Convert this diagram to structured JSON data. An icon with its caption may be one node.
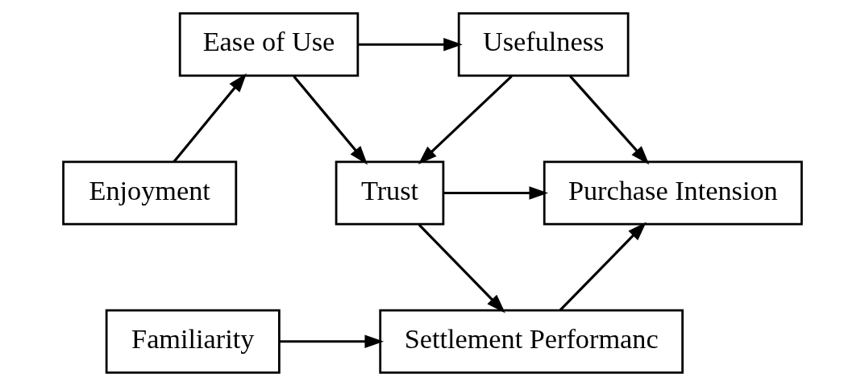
{
  "diagram": {
    "nodes": [
      {
        "text": [
          "Ease of Use"
        ]
      },
      {
        "text": [
          "Usefulness"
        ]
      },
      {
        "text": [
          "Enjoyment"
        ]
      },
      {
        "text": [
          "Trust"
        ]
      },
      {
        "text": [
          "Purchase Intension"
        ]
      },
      {
        "text": [
          "Familiarity"
        ]
      },
      {
        "text": [
          "Settlement Performanc"
        ]
      }
    ],
    "edges": [
      {
        "from": 0,
        "to": 1,
        "arrow": "to"
      },
      {
        "from": 0,
        "to": 3,
        "arrow": "to"
      },
      {
        "from": 2,
        "to": 0,
        "arrow": "to"
      },
      {
        "from": 1,
        "to": 3,
        "arrow": "to"
      },
      {
        "from": 1,
        "to": 4,
        "arrow": "to"
      },
      {
        "from": 3,
        "to": 4,
        "arrow": "to"
      },
      {
        "from": 3,
        "to": 6,
        "arrow": "to"
      },
      {
        "from": 5,
        "to": 6,
        "arrow": "to"
      },
      {
        "from": 6,
        "to": 4,
        "arrow": "to"
      }
    ]
  }
}
